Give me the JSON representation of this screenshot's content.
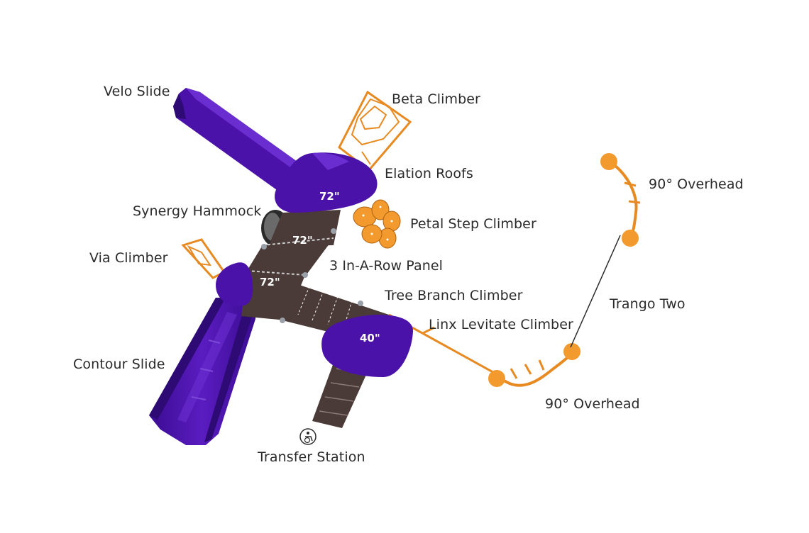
{
  "colors": {
    "purple": "#4a12a8",
    "purple_dark": "#2e0a74",
    "orange": "#f39a2e",
    "orange_dark": "#d9771a",
    "deck": "#4a3a38",
    "text": "#2b2b2b"
  },
  "labels": {
    "velo_slide": "Velo Slide",
    "beta_climber": "Beta Climber",
    "elation_roofs": "Elation Roofs",
    "overhead_top": "90° Overhead",
    "synergy_hammock": "Synergy Hammock",
    "petal_step_climber": "Petal Step Climber",
    "via_climber": "Via Climber",
    "three_in_a_row_panel": "3 In-A-Row Panel",
    "tree_branch_climber": "Tree Branch Climber",
    "trango_two": "Trango Two",
    "linx_levitate_climber": "Linx Levitate Climber",
    "contour_slide": "Contour Slide",
    "overhead_bottom": "90° Overhead",
    "transfer_station": "Transfer Station"
  },
  "deck_heights": {
    "roof_top": "72\"",
    "deck_middle": "72\"",
    "deck_lower": "72\"",
    "roof_right": "40\""
  },
  "icons": {
    "transfer_station_icon": "wheelchair-accessible-icon"
  }
}
